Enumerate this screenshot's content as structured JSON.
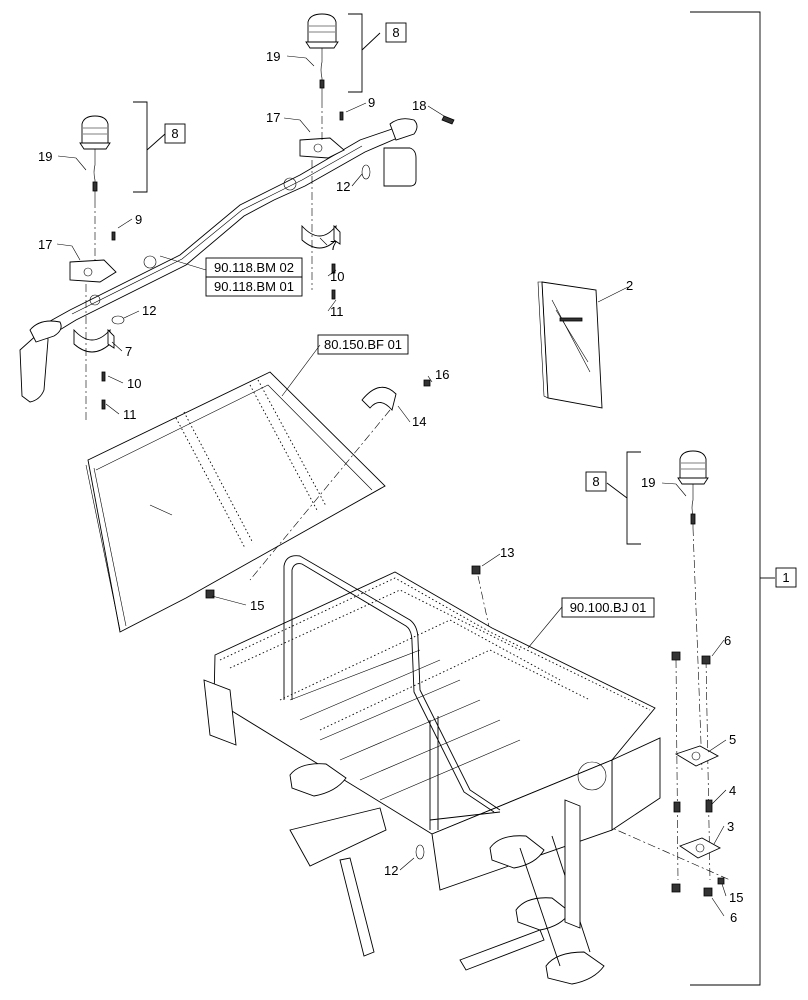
{
  "callouts": {
    "c1": "1",
    "c2": "2",
    "c3": "3",
    "c4": "4",
    "c5": "5",
    "c6a": "6",
    "c6b": "6",
    "c7a": "7",
    "c7b": "7",
    "c8a": "8",
    "c8b": "8",
    "c8c": "8",
    "c9a": "9",
    "c9b": "9",
    "c10a": "10",
    "c10b": "10",
    "c11a": "11",
    "c11b": "11",
    "c12a": "12",
    "c12b": "12",
    "c12c": "12",
    "c13": "13",
    "c14": "14",
    "c15a": "15",
    "c15b": "15",
    "c16": "16",
    "c17a": "17",
    "c17b": "17",
    "c18": "18",
    "c19a": "19",
    "c19b": "19",
    "c19c": "19"
  },
  "references": {
    "ref_bm02": "90.118.BM 02",
    "ref_bm01": "90.118.BM 01",
    "ref_bf01": "80.150.BF 01",
    "ref_bj01": "90.100.BJ 01"
  }
}
